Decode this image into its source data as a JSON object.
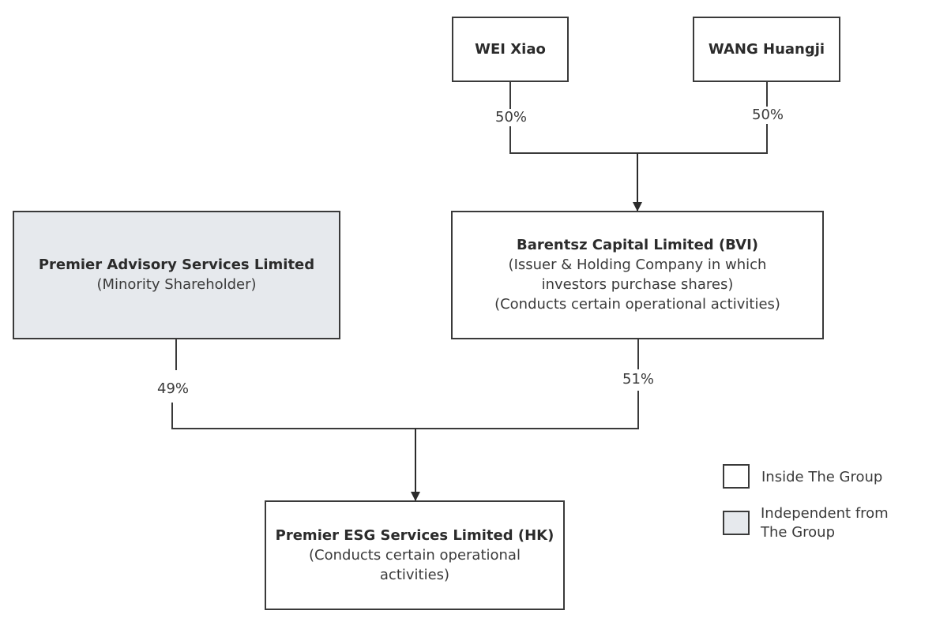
{
  "entities": {
    "wei_xiao": {
      "name": "WEI Xiao"
    },
    "wang_huangji": {
      "name": "WANG Huangji"
    },
    "premier_advisory": {
      "name": "Premier Advisory Services Limited",
      "notes": [
        "(Minority Shareholder)"
      ]
    },
    "barentsz": {
      "name": "Barentsz Capital Limited (BVI)",
      "notes": [
        "(Issuer & Holding Company in which",
        "investors purchase shares)",
        "(Conducts certain operational activities)"
      ]
    },
    "premier_esg": {
      "name": "Premier ESG Services Limited (HK)",
      "notes": [
        "(Conducts certain operational",
        "activities)"
      ]
    }
  },
  "ownership": {
    "wei_to_barentsz": "50%",
    "wang_to_barentsz": "50%",
    "advisory_to_esg": "49%",
    "barentsz_to_esg": "51%"
  },
  "legend": {
    "inside": "Inside The Group",
    "independent_line1": "Independent from",
    "independent_line2": "The Group"
  },
  "colors": {
    "border": "#3a3a3a",
    "independent_fill": "#e6e9ed",
    "inside_fill": "#ffffff"
  }
}
